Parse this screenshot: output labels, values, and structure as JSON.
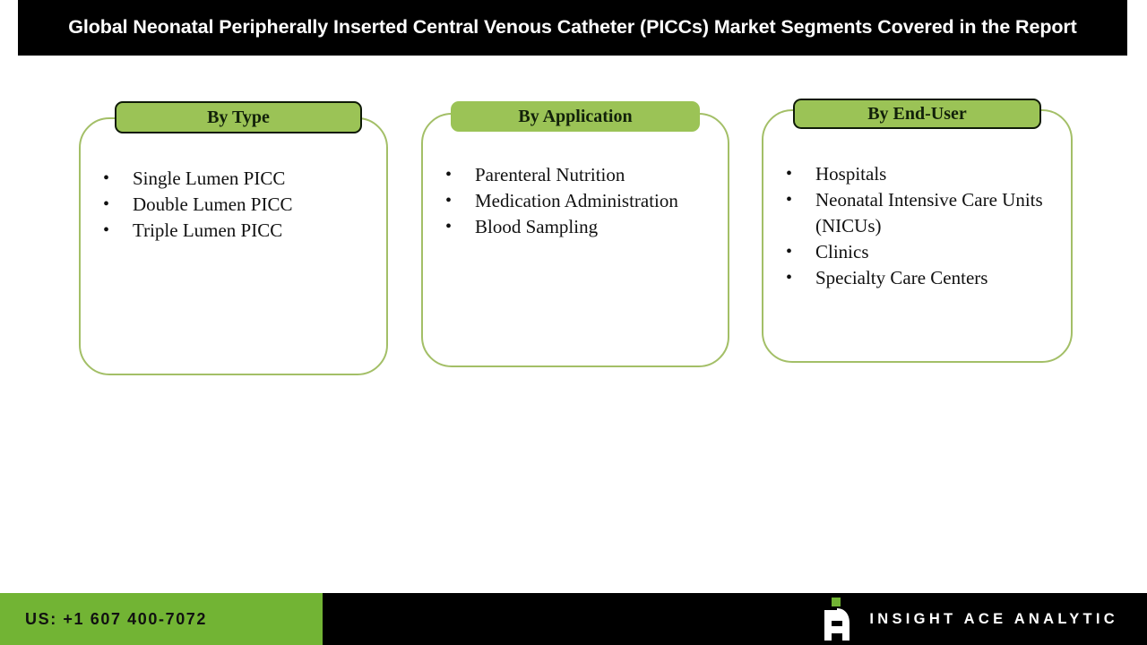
{
  "header": {
    "title": "Global Neonatal Peripherally Inserted Central Venous Catheter (PICCs) Market Segments Covered in the Report"
  },
  "colors": {
    "header_bg": "#000000",
    "pill_green": "#9BC356",
    "card_border": "#A3BF67",
    "footer_green": "#72B434",
    "footer_bg": "#000000",
    "text_dark": "#111111"
  },
  "cards": [
    {
      "title": "By Type",
      "items": [
        "Single Lumen PICC",
        "Double Lumen PICC",
        "Triple Lumen PICC"
      ]
    },
    {
      "title": "By Application",
      "items": [
        "Parenteral Nutrition",
        "Medication Administration",
        "Blood Sampling"
      ]
    },
    {
      "title": "By End-User",
      "items": [
        "Hospitals",
        "Neonatal Intensive Care Units (NICUs)",
        "Clinics",
        "Specialty Care Centers"
      ]
    }
  ],
  "footer": {
    "phone": "US: +1 607 400-7072",
    "brand_name": "INSIGHT ACE ANALYTIC",
    "brand_mark_icon": "insight-ace-a-logo-icon"
  }
}
